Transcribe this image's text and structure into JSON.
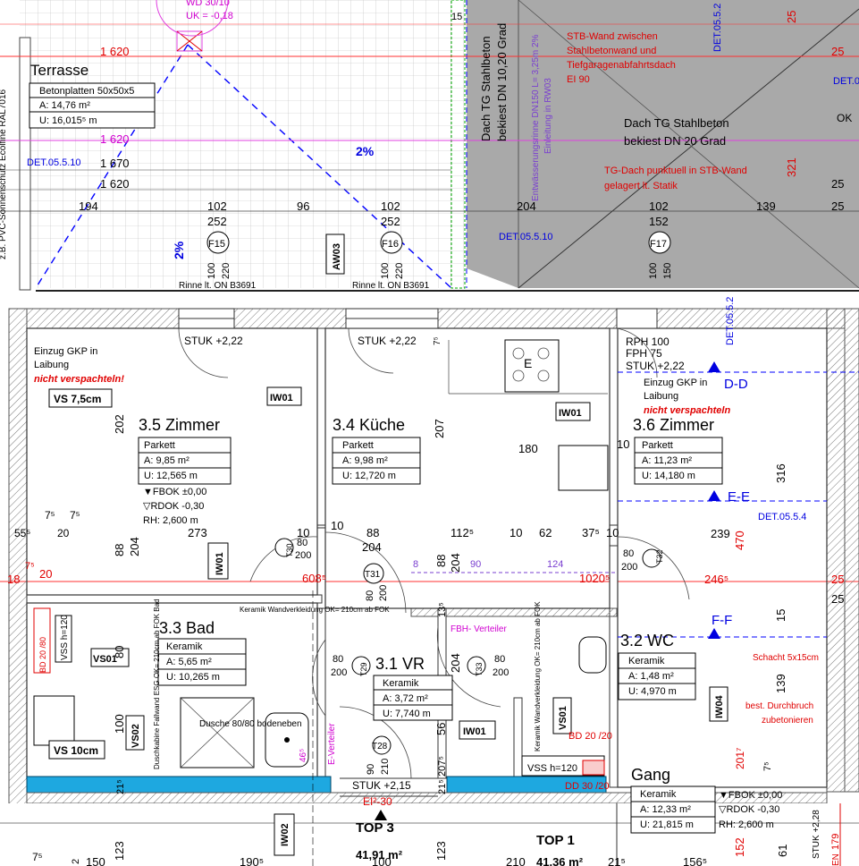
{
  "colors": {
    "roof": "#a9a9a9",
    "insulation": "#1ea8e0",
    "dim_red": "#e00000",
    "magenta": "#d000d0",
    "blue": "#0000e0"
  },
  "top_left_vertical": "z.B. PVC-Sonnenschutz Ecolfine RAL7016",
  "top": {
    "wd": "WD 30/10",
    "uk": "UK = -0,18",
    "fifteen": "15"
  },
  "terrasse": {
    "title": "Terrasse",
    "material": "Betonplatten 50x50x5",
    "area": "A: 14,76 m²",
    "perimeter": "U: 16,015⁵ m"
  },
  "dims": {
    "d1620a": "1 620",
    "d1620b": "1 620",
    "d1670": "1 670",
    "d1620c": "1 620",
    "det5510": "DET.05.5.10",
    "slope1": "2%",
    "slope2": "2%",
    "d194": "194",
    "d102a": "102",
    "d252a": "252",
    "d96": "96",
    "d102b": "102",
    "d252b": "252",
    "d204": "204",
    "d102c": "102",
    "d152": "152",
    "d139": "139",
    "d25a": "25",
    "d25b": "25",
    "d25c": "25",
    "d25d": "25",
    "d321": "321"
  },
  "roof": {
    "title1": "Dach TG Stahlbeton",
    "title2": "bekiest DN 10,20 Grad",
    "t2a": "Dach TG Stahlbeton",
    "t2b": "bekiest DN 20 Grad",
    "entw1": "Entwässerungsrinne DN150 L= 3,25m 2%",
    "entw2": "Einleitung in RW03",
    "stb1": "STB-Wand zwischen",
    "stb2": "Stahlbetonwand und",
    "stb3": "Tiefgaragenabfahrtsdach",
    "stb4": "EI 90",
    "tg1": "TG-Dach punktuell in STB-Wand",
    "tg2": "gelagert lt. Statik",
    "det0552": "DET.05.5.2",
    "ok": "OK",
    "det0": "DET.0",
    "det5510b": "DET.05.5.10"
  },
  "tags": {
    "f15": "F15",
    "f16": "F16",
    "f17": "F17",
    "aw03": "AW03",
    "f15a": "100",
    "f15b": "220",
    "f16a": "100",
    "f16b": "220",
    "f17a": "100",
    "f17b": "150"
  },
  "rinne1": "Rinne  lt. ON B3691",
  "rinne2": "Rinne  lt. ON B3691",
  "stuk1": "STUK +2,22",
  "stuk2": "STUK +2,22",
  "rph": "RPH 100",
  "fph": "FPH 75",
  "stuk3": "STUK +2,22",
  "seventy5": "7⁵",
  "gkp_left": {
    "l1": "Einzug GKP in",
    "l2": "Laibung",
    "l3": "nicht verspachteln!"
  },
  "gkp_right": {
    "l1": "Einzug GKP in",
    "l2": "Laibung",
    "l3": "nicht verspachteln"
  },
  "vs75": "VS 7,5cm",
  "iw01a": "IW01",
  "iw01b": "IW01",
  "iw01c": "IW01",
  "iw01d": "IW01",
  "zimmer35": {
    "title": "3.5 Zimmer",
    "mat": "Parkett",
    "area": "A: 9,85 m²",
    "per": "U: 12,565 m",
    "fbok": "▼FBOK ±0,00",
    "rdok": "▽RDOK -0,30",
    "rh": "RH: 2,600 m"
  },
  "kueche": {
    "title": "3.4 Küche",
    "mat": "Parkett",
    "area": "A: 9,98 m²",
    "per": "U: 12,720 m",
    "e": "E",
    "d180": "180",
    "d207": "207"
  },
  "zimmer36": {
    "title": "3.6 Zimmer",
    "mat": "Parkett",
    "area": "A: 11,23 m²",
    "per": "U: 14,180 m"
  },
  "dd": "D-D",
  "ee": "E-E",
  "ff": "F-F",
  "det0554": "DET.05.5.4",
  "det0552b": "DET.05.5.2",
  "d202": "202",
  "d316": "316",
  "d470": "470",
  "d239": "239",
  "d2465": "246⁵",
  "d25e": "25",
  "d25f": "25",
  "d10": "10",
  "mid": {
    "d75a": "7⁵",
    "d75b": "7⁵",
    "d555": "55⁵",
    "d20a": "20",
    "d273": "273",
    "d88a": "88",
    "d204a": "204",
    "d10a": "10",
    "d10b": "10",
    "d88b": "88",
    "d204b": "204",
    "d1125": "112⁵",
    "d10c": "10",
    "d62": "62",
    "d375": "37⁵",
    "d10d": "10",
    "d88c": "88",
    "d204c": "204",
    "d90": "90",
    "d124": "124",
    "d608": "608⁵",
    "d10205": "1020⁵",
    "d18": "18",
    "d75c": "7⁵",
    "d20b": "20",
    "d8": "8"
  },
  "t30": {
    "n": "T30",
    "a": "80",
    "b": "200"
  },
  "t31": {
    "n": "T31",
    "a": "80",
    "b": "200"
  },
  "t32": {
    "n": "T32",
    "a": "80",
    "b": "200"
  },
  "t29": {
    "n": "T29",
    "a": "80",
    "b": "200"
  },
  "t33": {
    "n": "T33",
    "a": "80",
    "b": "200"
  },
  "t28": {
    "n": "T28",
    "a": "90",
    "b": "210"
  },
  "bad": {
    "title": "3.3 Bad",
    "mat": "Keramik",
    "area": "A: 5,65 m²",
    "per": "U: 10,265 m",
    "vs10": "VS 10cm",
    "vs01": "VS01",
    "vs02": "VS02",
    "vss": "VSS h=120",
    "dusche": "Dusche 80/80 bodeneben",
    "fall": "Duschkabine Fallwand ESG OK= 210cm ab FOK Bad",
    "bd": "BD 20 /80",
    "d80": "80",
    "d100": "100",
    "d123": "123",
    "d45": "46⁵"
  },
  "wandverk1": "Keramik Wandverkleidung OK= 210cm ab FOK",
  "wandverk2": "Keramik Wandverkleidung OK= 210cm ab FOK",
  "vr": {
    "title": "3.1 VR",
    "mat": "Keramik",
    "area": "A: 3,72 m²",
    "per": "U: 7,740 m",
    "ever": "E-Verteiler",
    "fbh": "FBH- Verteiler",
    "d56": "56",
    "d204": "204",
    "d1135": "13⁵",
    "d2075": "207⁵"
  },
  "wc": {
    "title": "3.2 WC",
    "mat": "Keramik",
    "area": "A: 1,48 m²",
    "per": "U: 4,970 m",
    "vs01": "VS01",
    "iw04": "IW04",
    "schacht": "Schacht 5x15cm",
    "durch1": "best. Durchbruch",
    "durch2": "zubetonieren",
    "bd": "BD 20 /20",
    "dd": "DD 30 /20",
    "vss": "VSS h=120",
    "d15": "15",
    "d139": "139",
    "d2017": "201⁷",
    "d75": "7⁵"
  },
  "gang": {
    "title": "Gang",
    "mat": "Keramik",
    "area": "A: 12,33 m²",
    "per": "U: 21,815 m",
    "fbok": "▼FBOK ±0,00",
    "rdok": "▽RDOK -0,30",
    "rh": "RH: 2,600 m"
  },
  "bottom": {
    "stuk": "STUK +2,15",
    "ei": "EI²-30",
    "top3": "TOP 3",
    "area3": "41,91 m²",
    "top1": "TOP 1",
    "area1": "41,36 m²",
    "iw02": "IW02",
    "d215a": "21⁵",
    "d215b": "21⁵",
    "d215c": "21⁵",
    "d100": "100",
    "d150": "150",
    "d1905": "190⁵",
    "d210": "210",
    "d1565": "156⁵",
    "d123a": "123",
    "d123b": "123",
    "d152": "152",
    "d61": "61",
    "d179": "179",
    "stuk2": "STUK +2,28",
    "en": "EN",
    "d75": "7⁵",
    "d2": "2"
  }
}
